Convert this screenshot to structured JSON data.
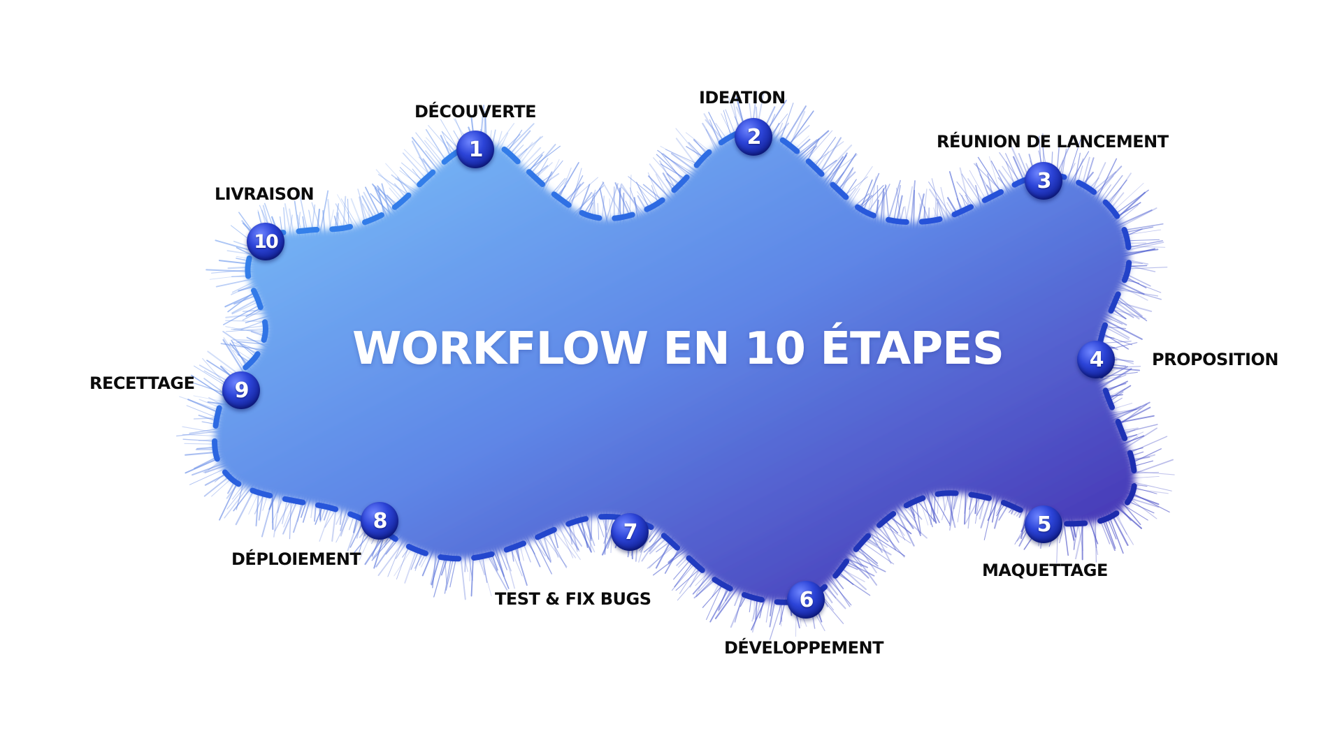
{
  "title": "WORKFLOW EN 10 ÉTAPES",
  "colors": {
    "cloud_top_left": "#76b6f6",
    "cloud_middle": "#5b80e2",
    "cloud_bottom_right": "#4a3ab8",
    "path_dash_light": "#3a8ef0",
    "path_dash_dark": "#1a2aa8",
    "marker": "#1c2fbf",
    "label_text": "#0b0b0b",
    "title_text": "#ffffff"
  },
  "steps": [
    {
      "number": "1",
      "label": "DÉCOUVERTE"
    },
    {
      "number": "2",
      "label": "IDEATION"
    },
    {
      "number": "3",
      "label": "RÉUNION DE LANCEMENT"
    },
    {
      "number": "4",
      "label": "PROPOSITION"
    },
    {
      "number": "5",
      "label": "MAQUETTAGE"
    },
    {
      "number": "6",
      "label": "DÉVELOPPEMENT"
    },
    {
      "number": "7",
      "label": "TEST & FIX BUGS"
    },
    {
      "number": "8",
      "label": "DÉPLOIEMENT"
    },
    {
      "number": "9",
      "label": "RECETTAGE"
    },
    {
      "number": "10",
      "label": "LIVRAISON"
    }
  ]
}
